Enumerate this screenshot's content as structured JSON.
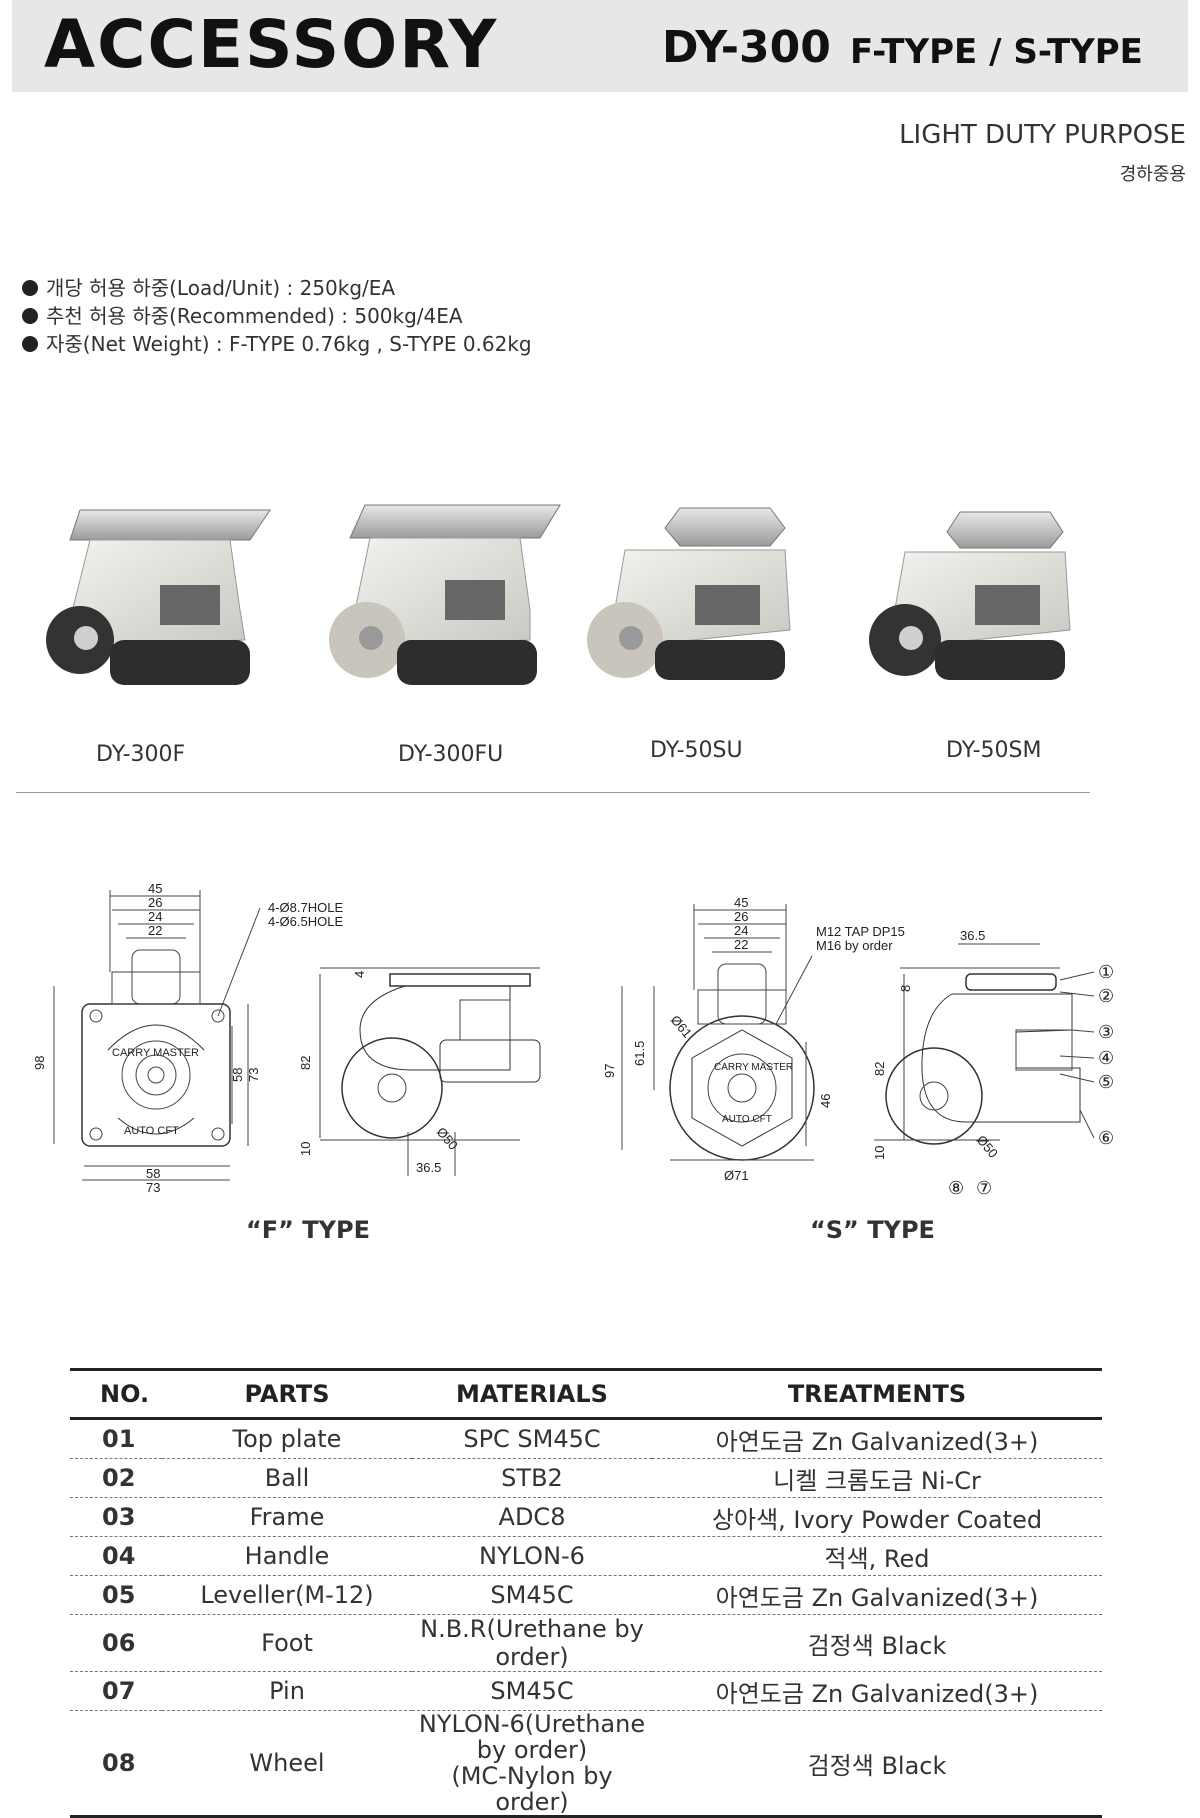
{
  "header": {
    "title": "ACCESSORY",
    "model": "DY-300",
    "types": "F-TYPE / S-TYPE"
  },
  "purpose": {
    "en": "LIGHT DUTY PURPOSE",
    "ko": "경하중용"
  },
  "specs": [
    "개당 허용 하중(Load/Unit) : 250kg/EA",
    "추천 허용 하중(Recommended) : 500kg/4EA",
    "자중(Net Weight) : F-TYPE 0.76kg , S-TYPE  0.62kg"
  ],
  "photos": [
    {
      "label": "DY-300F"
    },
    {
      "label": "DY-300FU"
    },
    {
      "label": "DY-50SU"
    },
    {
      "label": "DY-50SM"
    }
  ],
  "drawings": {
    "f_type_label": "“F” TYPE",
    "s_type_label": "“S” TYPE",
    "f_dims": {
      "top1": "45",
      "top2": "26",
      "top3": "24",
      "top4": "22",
      "hole1": "4-Ø8.7HOLE",
      "hole2": "4-Ø6.5HOLE",
      "h98": "98",
      "h58": "58",
      "h73": "73",
      "b58": "58",
      "b73": "73",
      "plate_text1": "CARRY MASTER",
      "plate_text2": "AUTO CFT",
      "s4": "4",
      "s82": "82",
      "s10": "10",
      "d50": "Ø50",
      "w365": "36.5"
    },
    "s_dims": {
      "top1": "45",
      "top2": "26",
      "top3": "24",
      "top4": "22",
      "tap1": "M12 TAP DP15",
      "tap2": "M16  by order",
      "h615": "61.5",
      "h97": "97",
      "d61": "Ø61",
      "h46": "46",
      "d71": "Ø71",
      "plate_text1": "CARRY MASTER",
      "plate_text2": "AUTO CFT",
      "w365": "36.5",
      "s8": "8",
      "s82": "82",
      "s10": "10",
      "d50": "Ø50",
      "callouts": [
        "①",
        "②",
        "③",
        "④",
        "⑤",
        "⑥",
        "⑦",
        "⑧"
      ]
    }
  },
  "table": {
    "headers": [
      "NO.",
      "PARTS",
      "MATERIALS",
      "TREATMENTS"
    ],
    "rows": [
      {
        "no": "01",
        "part": "Top plate",
        "material": "SPC  SM45C",
        "treatment": "아연도금 Zn Galvanized(3+)"
      },
      {
        "no": "02",
        "part": "Ball",
        "material": "STB2",
        "treatment": "니켈 크롬도금 Ni-Cr"
      },
      {
        "no": "03",
        "part": "Frame",
        "material": "ADC8",
        "treatment": "상아색, Ivory Powder Coated"
      },
      {
        "no": "04",
        "part": "Handle",
        "material": "NYLON-6",
        "treatment": "적색, Red"
      },
      {
        "no": "05",
        "part": "Leveller(M-12)",
        "material": "SM45C",
        "treatment": "아연도금 Zn Galvanized(3+)"
      },
      {
        "no": "06",
        "part": "Foot",
        "material": "N.B.R(Urethane by order)",
        "treatment": "검정색 Black"
      },
      {
        "no": "07",
        "part": "Pin",
        "material": "SM45C",
        "treatment": "아연도금 Zn Galvanized(3+)"
      },
      {
        "no": "08",
        "part": "Wheel",
        "material": "NYLON-6(Urethane by order)",
        "material2": "(MC-Nylon by order)",
        "treatment": "검정색 Black"
      }
    ]
  }
}
